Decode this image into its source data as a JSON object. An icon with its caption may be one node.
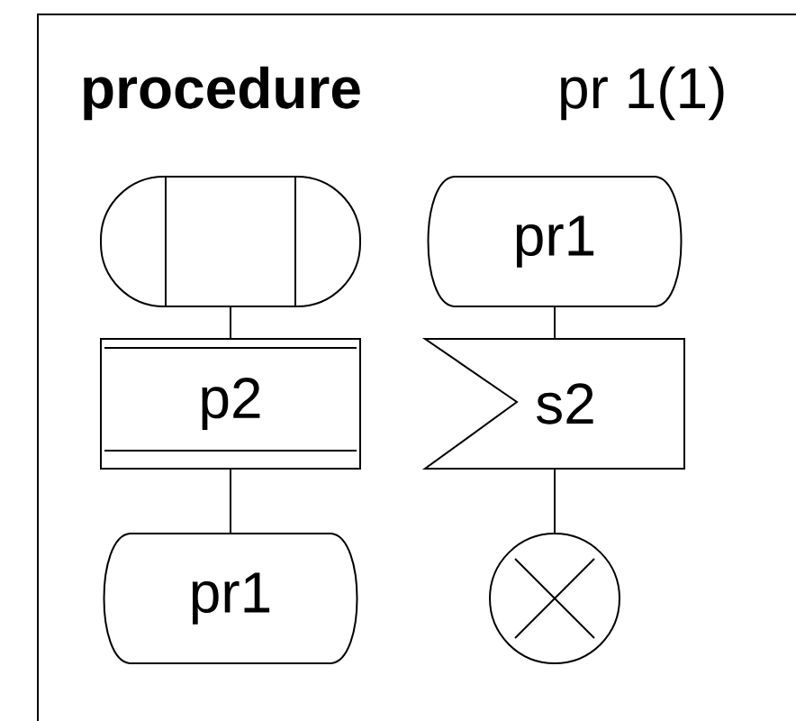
{
  "diagram": {
    "title": "procedure",
    "nodes": [
      {
        "text": [],
        "shape": "stadium"
      },
      {
        "text": [
          "p2"
        ]
      },
      {
        "text": [
          "pr1"
        ]
      },
      {
        "text": [
          "pr1"
        ]
      },
      {
        "text": [
          "s2"
        ]
      },
      {
        "text": [],
        "shape": "circle"
      }
    ],
    "edges": [
      {
        "from": 0,
        "to": 1,
        "arrow": "none"
      },
      {
        "from": 1,
        "to": 2,
        "arrow": "none"
      },
      {
        "from": 3,
        "to": 4,
        "arrow": "none"
      },
      {
        "from": 4,
        "to": 5,
        "arrow": "none"
      }
    ],
    "labels": [
      "pr 1(1)"
    ]
  }
}
